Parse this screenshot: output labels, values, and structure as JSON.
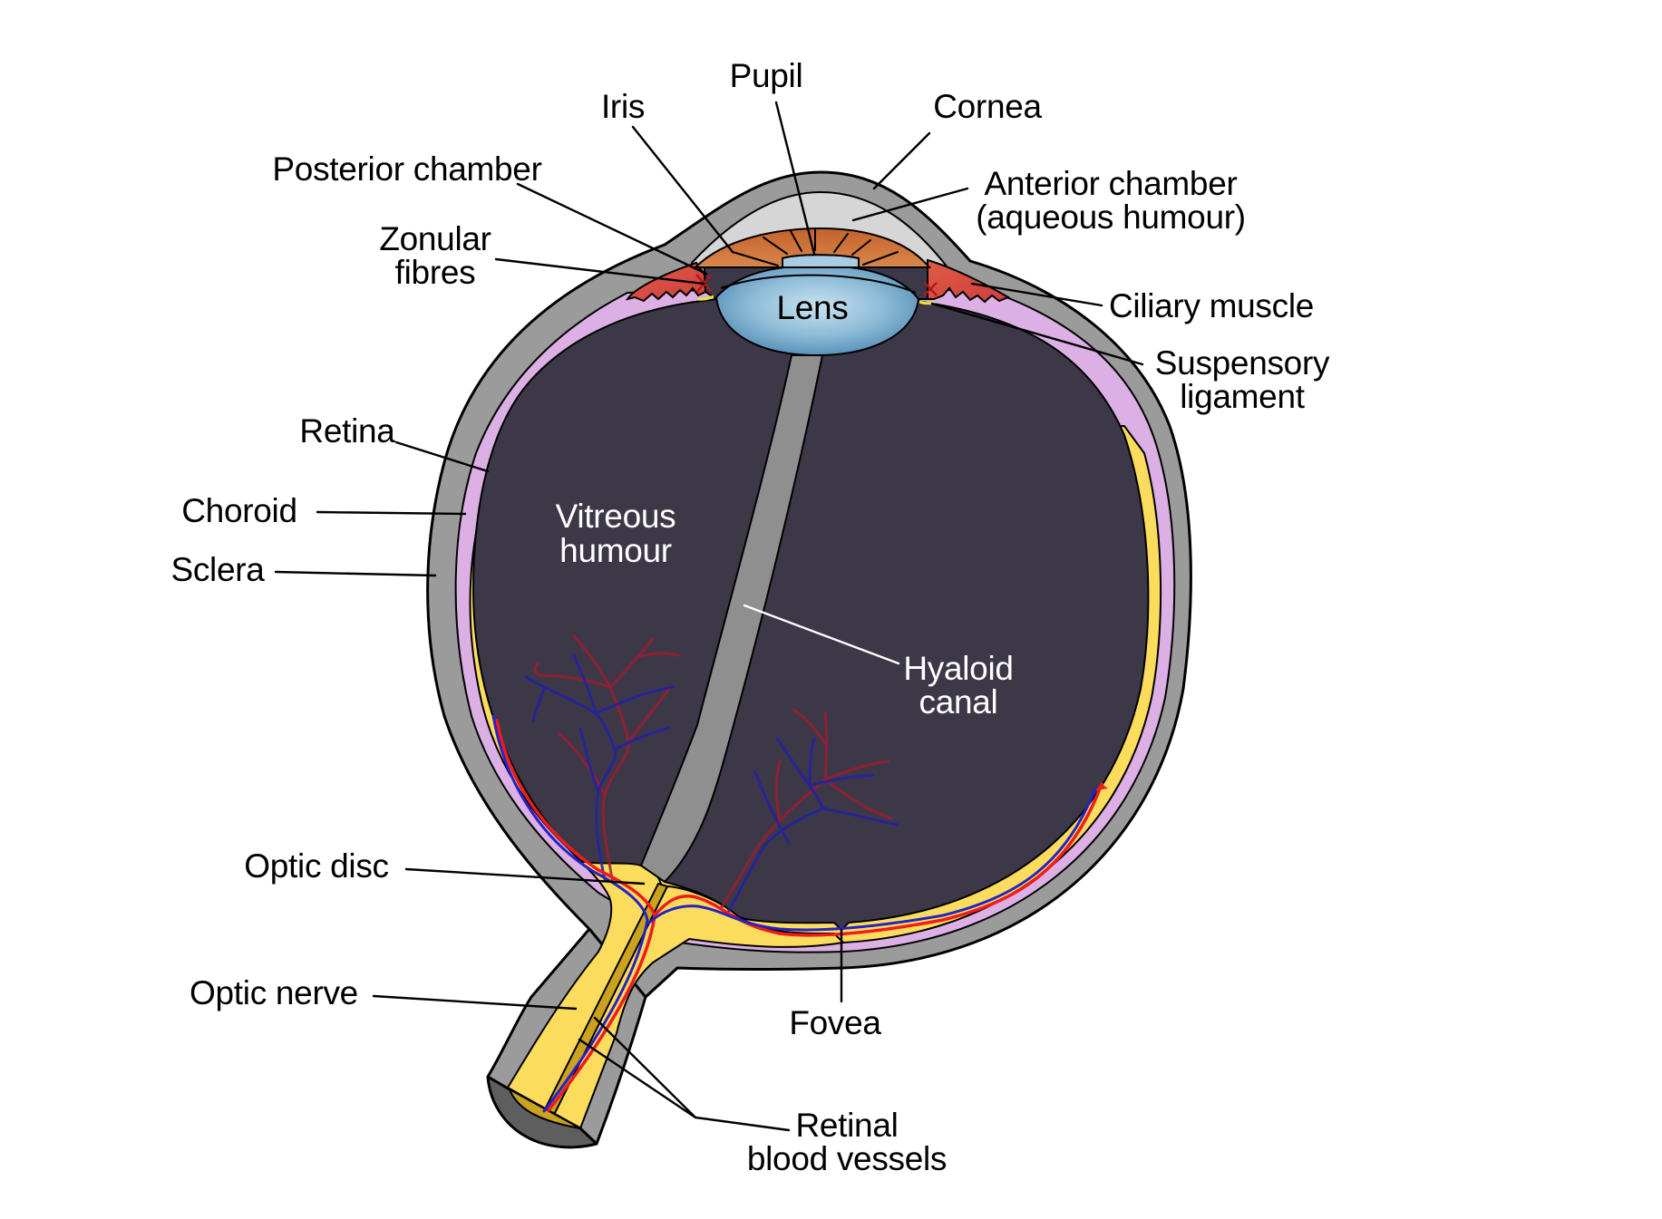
{
  "figure": {
    "title": "Schematic diagram of the human eye",
    "colors": {
      "background": "#ffffff",
      "sclera": "#9b9b9b",
      "sclera_cut_face": "#5e5e5e",
      "cornea_anterior_chamber": "#d6d6d6",
      "choroid": "#dcb0e4",
      "retina": "#fcdc5c",
      "retina_cut_face": "#c9a21e",
      "vitreous_humour": "#3d3848",
      "hyaloid_canal": "#8f8f8f",
      "iris": "#c96a32",
      "ciliary_muscle": "#d94848",
      "lens": "#7fb0d0",
      "lens_highlight": "#c7e0ee",
      "artery": "#ee1c1c",
      "vein": "#2323b8",
      "suspensory_ligament": "#e8e830",
      "zonular_fibres": "#b01818",
      "label_text": "#000000",
      "inner_label_text": "#ffffff"
    }
  },
  "labels": {
    "pupil": "Pupil",
    "iris": "Iris",
    "cornea": "Cornea",
    "posterior_chamber": "Posterior chamber",
    "anterior_chamber_line1": "Anterior chamber",
    "anterior_chamber_line2": "(aqueous humour)",
    "zonular_fibres_line1": "Zonular",
    "zonular_fibres_line2": "fibres",
    "lens": "Lens",
    "ciliary_muscle": "Ciliary muscle",
    "suspensory_ligament_line1": "Suspensory",
    "suspensory_ligament_line2": "ligament",
    "retina": "Retina",
    "choroid": "Choroid",
    "sclera": "Sclera",
    "vitreous_humour_line1": "Vitreous",
    "vitreous_humour_line2": "humour",
    "hyaloid_canal_line1": "Hyaloid",
    "hyaloid_canal_line2": "canal",
    "optic_disc": "Optic disc",
    "optic_nerve": "Optic nerve",
    "fovea": "Fovea",
    "retinal_blood_vessels_line1": "Retinal",
    "retinal_blood_vessels_line2": "blood vessels"
  }
}
